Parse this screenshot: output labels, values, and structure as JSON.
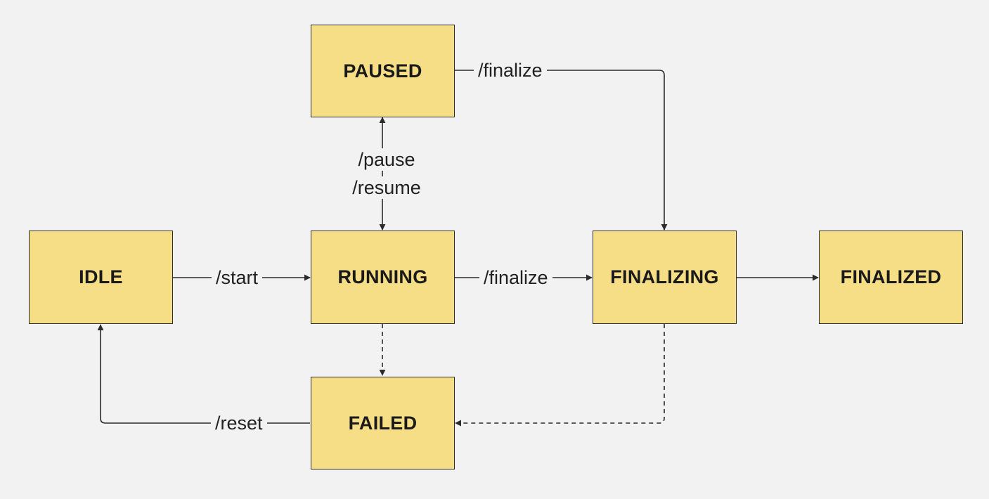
{
  "diagram": {
    "colors": {
      "background": "#f2f2f2",
      "node_fill": "#f6de86",
      "stroke": "#2b2b2b"
    },
    "states": {
      "paused": "PAUSED",
      "idle": "IDLE",
      "running": "RUNNING",
      "finalizing": "FINALIZING",
      "finalized": "FINALIZED",
      "failed": "FAILED"
    },
    "transitions": {
      "paused_to_finalizing": "/finalize",
      "running_paused_pause": "/pause",
      "running_paused_resume": "/resume",
      "idle_to_running": "/start",
      "running_to_finalizing": "/finalize",
      "failed_to_idle": "/reset"
    }
  }
}
